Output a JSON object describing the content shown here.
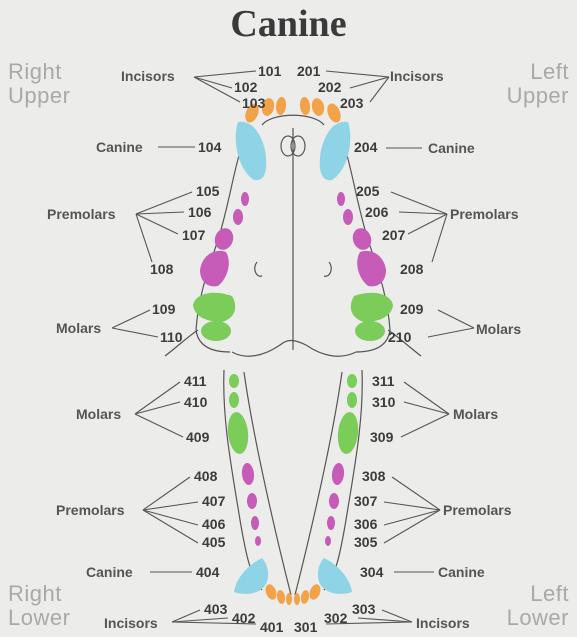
{
  "title": "Canine",
  "quadrants": {
    "right_upper": [
      "Right",
      "Upper"
    ],
    "left_upper": [
      "Left",
      "Upper"
    ],
    "right_lower": [
      "Right",
      "Lower"
    ],
    "left_lower": [
      "Left",
      "Lower"
    ]
  },
  "colors": {
    "incisor": "#f2a249",
    "canine": "#8fd3e6",
    "premolar": "#c65bb8",
    "molar": "#7ccc5a",
    "text": "#3c3c3c",
    "quadrant_text": "#a9a9a9"
  },
  "group_labels": {
    "incisors": "Incisors",
    "canine": "Canine",
    "premolars": "Premolars",
    "molars": "Molars"
  },
  "tooth_numbers": {
    "101": "101",
    "102": "102",
    "103": "103",
    "104": "104",
    "105": "105",
    "106": "106",
    "107": "107",
    "108": "108",
    "109": "109",
    "110": "110",
    "201": "201",
    "202": "202",
    "203": "203",
    "204": "204",
    "205": "205",
    "206": "206",
    "207": "207",
    "208": "208",
    "209": "209",
    "210": "210",
    "301": "301",
    "302": "302",
    "303": "303",
    "304": "304",
    "305": "305",
    "306": "306",
    "307": "307",
    "308": "308",
    "309": "309",
    "310": "310",
    "311": "311",
    "401": "401",
    "402": "402",
    "403": "403",
    "404": "404",
    "405": "405",
    "406": "406",
    "407": "407",
    "408": "408",
    "409": "409",
    "410": "410",
    "411": "411"
  }
}
